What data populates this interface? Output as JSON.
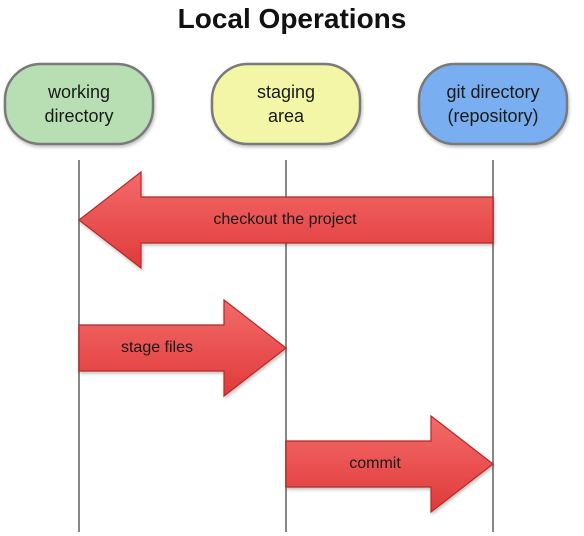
{
  "title": "Local Operations",
  "locations": [
    {
      "label": "working\ndirectory",
      "fill": "#b8dfb3",
      "stroke": "#7a7a7a"
    },
    {
      "label": "staging\narea",
      "fill": "#f3f6a7",
      "stroke": "#7a7a7a"
    },
    {
      "label": "git directory\n(repository)",
      "fill": "#79aef0",
      "stroke": "#7a7a7a"
    }
  ],
  "operations": [
    {
      "label": "checkout the project",
      "from": 2,
      "to": 0
    },
    {
      "label": "stage files",
      "from": 0,
      "to": 1
    },
    {
      "label": "commit",
      "from": 1,
      "to": 2
    }
  ],
  "colors": {
    "arrow_fill_top": "#f46a6a",
    "arrow_fill_bottom": "#e03a3a",
    "arrow_stroke": "#b42a2a",
    "lifeline": "#888888"
  }
}
